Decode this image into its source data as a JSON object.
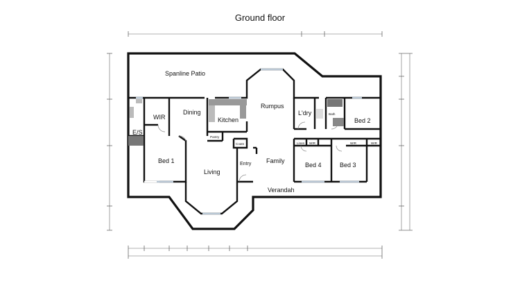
{
  "title": "Ground floor",
  "rooms": {
    "patio": "Spanline Patio",
    "wir": "WIR",
    "es": "E/S",
    "dining": "Dining",
    "kitchen": "Kitchen",
    "pantry": "Pantry",
    "rumpus": "Rumpus",
    "laundry": "L'dry",
    "bath": "Bath",
    "bed2": "Bed 2",
    "bed1": "Bed 1",
    "coats": "Coats",
    "living": "Living",
    "entry": "Entry",
    "family": "Family",
    "linen": "Linen",
    "wir4": "WIR",
    "wir3": "WIR",
    "wir2": "WIR",
    "bed4": "Bed 4",
    "bed3": "Bed 3",
    "verandah": "Verandah"
  },
  "colors": {
    "wall": "#111111",
    "window": "#b9c7d4",
    "dimension": "#666666"
  }
}
